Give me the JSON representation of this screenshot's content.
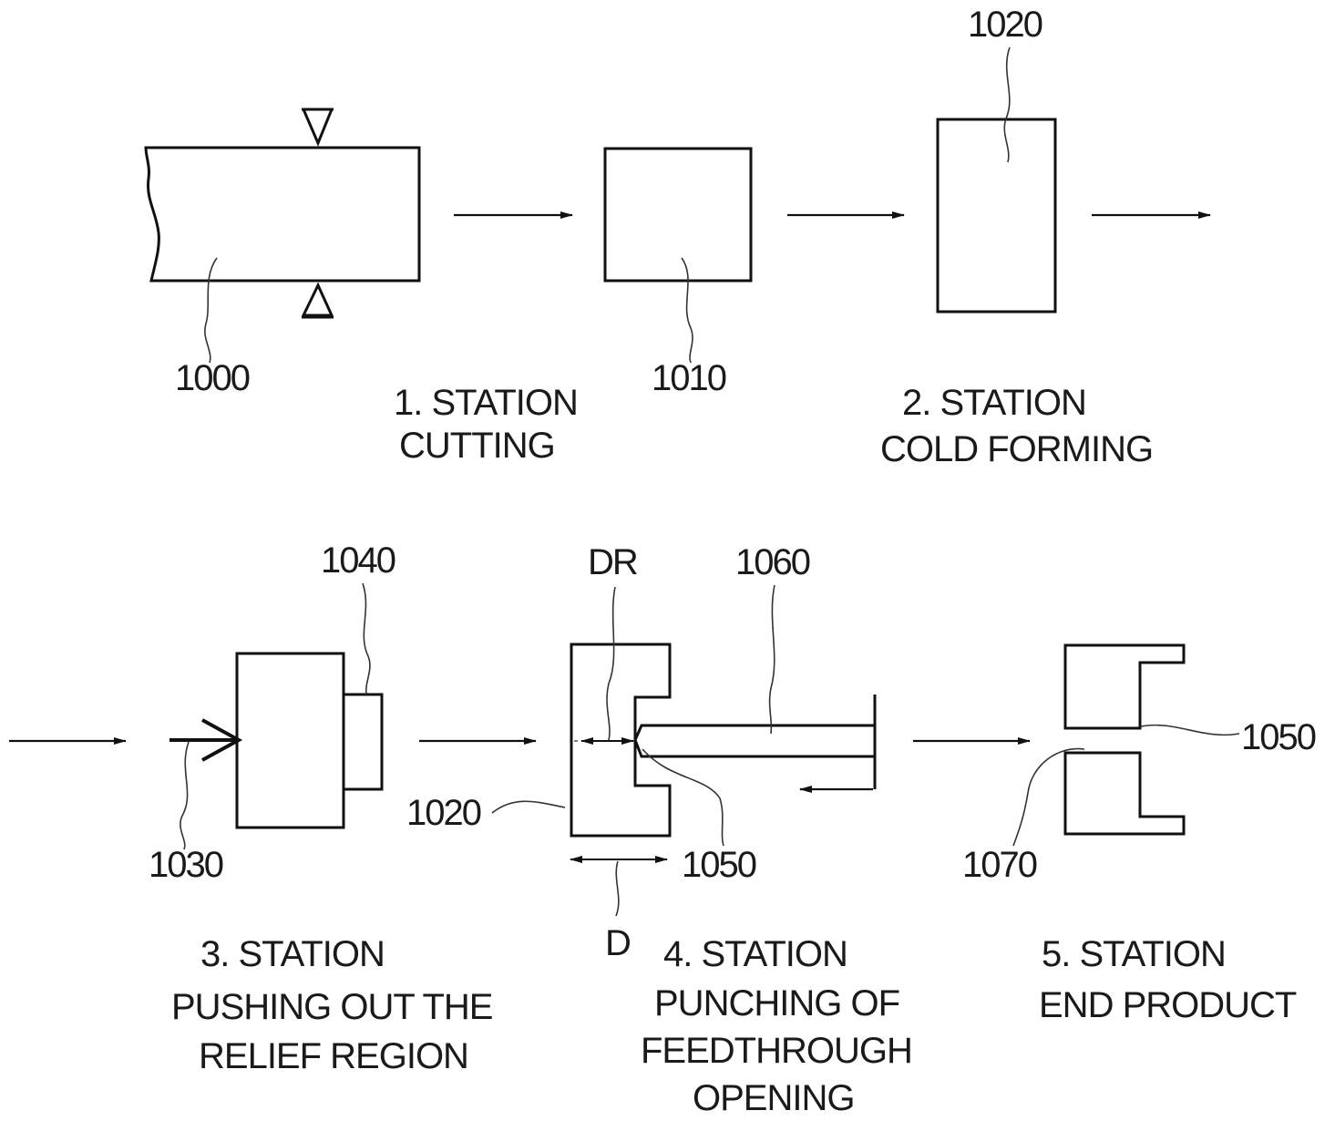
{
  "stations": [
    {
      "title": "1. STATION",
      "lines": [
        "CUTTING"
      ]
    },
    {
      "title": "2. STATION",
      "lines": [
        "COLD FORMING"
      ]
    },
    {
      "title": "3. STATION",
      "lines": [
        "PUSHING OUT THE",
        "RELIEF REGION"
      ]
    },
    {
      "title": "4. STATION",
      "lines": [
        "PUNCHING OF",
        "FEEDTHROUGH",
        "OPENING"
      ]
    },
    {
      "title": "5. STATION",
      "lines": [
        "END PRODUCT"
      ]
    }
  ],
  "refs": {
    "r1000": "1000",
    "r1010": "1010",
    "r1020_top": "1020",
    "r1040": "1040",
    "r1030": "1030",
    "r1060": "1060",
    "r1020_mid": "1020",
    "r1050_mid": "1050",
    "r1050_right": "1050",
    "r1070": "1070",
    "dr": "DR",
    "d": "D"
  }
}
